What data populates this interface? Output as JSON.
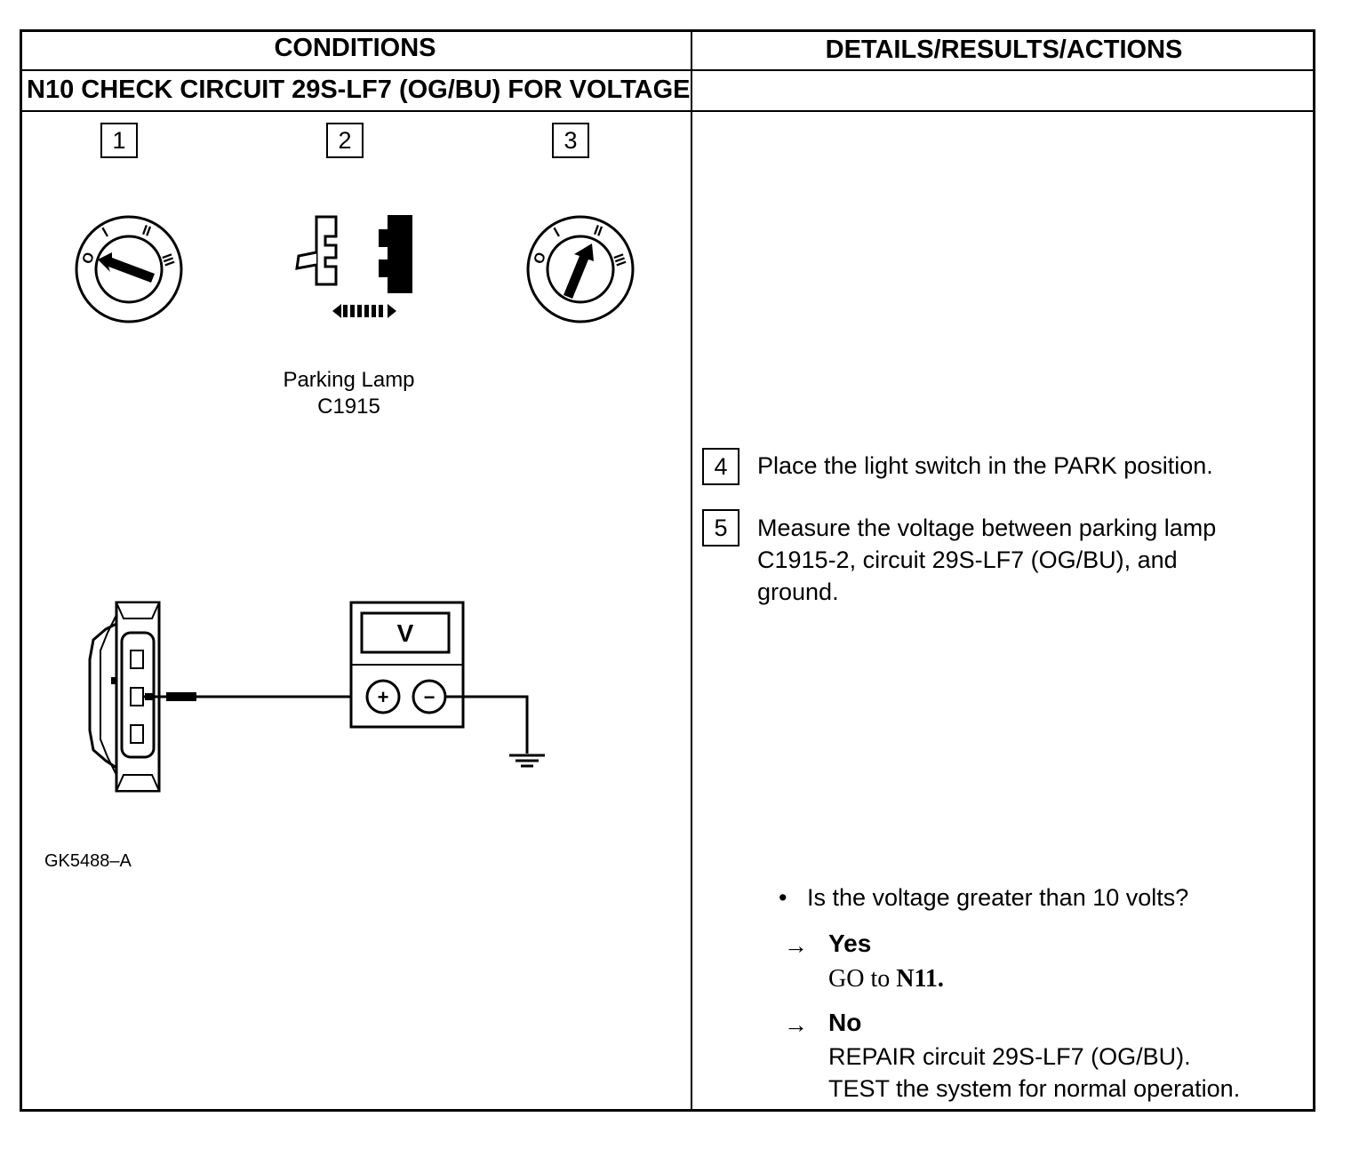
{
  "table": {
    "header_conditions": "CONDITIONS",
    "header_details": "DETAILS/RESULTS/ACTIONS",
    "step_title": "N10 CHECK CIRCUIT 29S-LF7 (OG/BU) FOR VOLTAGE"
  },
  "figure": {
    "step_numbers": [
      "1",
      "2",
      "3"
    ],
    "connector_label_line1": "Parking Lamp",
    "connector_label_line2": "C1915",
    "meter_label": "V",
    "meter_plus": "+",
    "meter_minus": "−",
    "ignition_marks": [
      "O",
      "I",
      "II",
      "III"
    ],
    "figure_id": "GK5488–A"
  },
  "steps": [
    {
      "number": "4",
      "lines": [
        "Place the light switch in the PARK position."
      ]
    },
    {
      "number": "5",
      "lines": [
        "Measure the voltage between parking lamp",
        "C1915-2, circuit 29S-LF7 (OG/BU), and",
        "ground."
      ]
    }
  ],
  "question": {
    "bullet": "•",
    "text": "Is the voltage greater than 10 volts?"
  },
  "answers": {
    "arrow": "→",
    "yes_label": "Yes",
    "yes_action_prefix": "GO to ",
    "yes_action_target": "N11.",
    "no_label": "No",
    "no_action_line1": "REPAIR circuit 29S-LF7 (OG/BU).",
    "no_action_line2": "TEST the system for normal operation."
  }
}
